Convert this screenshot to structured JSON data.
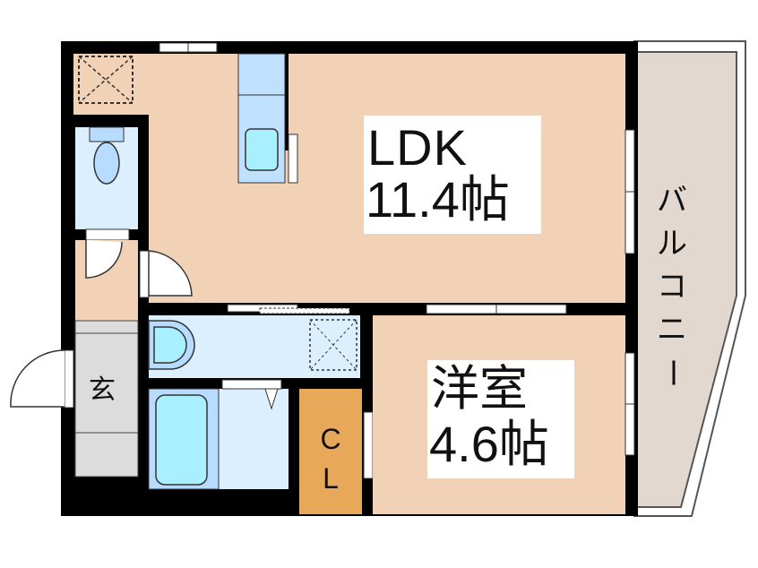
{
  "floor_plan": {
    "layout_type": "1LDK",
    "rooms": [
      {
        "id": "ldk",
        "name": "LDK",
        "size": "11.4帖",
        "color": "#f2d2b6"
      },
      {
        "id": "western_room",
        "name": "洋室",
        "size": "4.6帖",
        "color": "#f2d2b6"
      },
      {
        "id": "entrance",
        "name": "玄",
        "color": "#dcdcdc"
      },
      {
        "id": "closet",
        "line1": "C",
        "line2": "L",
        "color": "#e8a85a"
      },
      {
        "id": "balcony",
        "name": "バルコニー",
        "color": "#e2d8d0"
      },
      {
        "id": "washroom",
        "color": "#dcefff"
      },
      {
        "id": "bathroom",
        "color": "#dcefff"
      },
      {
        "id": "toilet",
        "color": "#dcefff"
      }
    ],
    "colors": {
      "wall": "#000000",
      "floor_room": "#f2d2b6",
      "wet_area": "#dcefff",
      "fixture": "#b8dcff",
      "fixture_inner": "#a8f0ff",
      "closet": "#e8a85a",
      "entrance": "#dcdcdc",
      "balcony": "#e2d8d0"
    }
  },
  "labels": {
    "ldk_name": "LDK",
    "ldk_size": "11.4帖",
    "western_name": "洋室",
    "western_size": "4.6帖",
    "entrance": "玄",
    "closet_c": "C",
    "closet_l": "L",
    "balcony_chars": [
      "バ",
      "ル",
      "コ",
      "ニ",
      "ー"
    ]
  }
}
